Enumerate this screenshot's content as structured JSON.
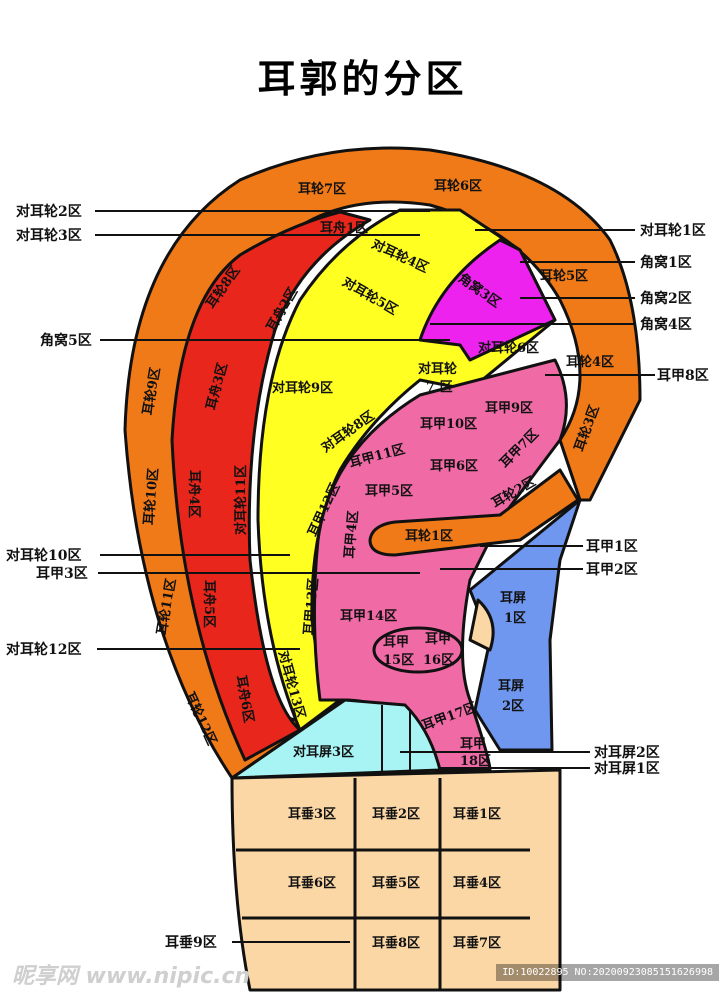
{
  "title": "耳郭的分区",
  "colors": {
    "helix": "#f07a17",
    "scapha": "#e8261c",
    "antihelix": "#ffff22",
    "fossa": "#ee22ee",
    "concha": "#f06aa6",
    "tragus": "#6f97ef",
    "antitragus": "#a8f4f4",
    "lobe": "#fbd7a6",
    "incisure": "#fbd7a6"
  },
  "zones": {
    "helix_1": "对耳轮1区",
    "helix_7": "耳轮7区",
    "helix_6": "耳轮6区",
    "helix_8": "耳轮8区",
    "helix_9": "耳轮9区",
    "helix_10": "耳轮10区",
    "helix_11": "耳轮11区",
    "helix_12": "耳轮12区",
    "helix_5": "耳轮5区",
    "helix_4": "耳轮4区",
    "helix_3": "耳轮3区",
    "helix_2": "耳轮2区",
    "helix_crus_1": "耳轮1区",
    "scapha_1": "耳舟1区",
    "scapha_2": "耳舟2区",
    "scapha_3": "耳舟3区",
    "scapha_4": "耳舟4区",
    "scapha_5": "耳舟5区",
    "scapha_6": "耳舟6区",
    "ah_4": "对耳轮4区",
    "ah_5": "对耳轮5区",
    "ah_6": "对耳轮6区",
    "ah_7a": "对耳轮",
    "ah_7b": "7 区",
    "ah_8": "对耳轮8区",
    "ah_9": "对耳轮9区",
    "ah_11": "对耳轮11区",
    "ah_13": "对耳轮13区",
    "fossa_3": "角窝3区",
    "concha_9": "耳甲9区",
    "concha_10": "耳甲10区",
    "concha_11": "耳甲11区",
    "concha_7": "耳甲7区",
    "concha_6": "耳甲6区",
    "concha_5": "耳甲5区",
    "concha_12": "耳甲12区",
    "concha_4": "耳甲4区",
    "concha_13": "耳甲13区",
    "concha_14": "耳甲14区",
    "concha_15a": "耳甲",
    "concha_15b": "15区",
    "concha_16a": "耳甲",
    "concha_16b": "16区",
    "concha_17": "耳甲17区",
    "concha_18a": "耳甲",
    "concha_18b": "18区",
    "tragus_1a": "耳屏",
    "tragus_1b": "1区",
    "tragus_2a": "耳屏",
    "tragus_2b": "2区",
    "antitragus_3": "对耳屏3区",
    "lobe_1": "耳垂1区",
    "lobe_2": "耳垂2区",
    "lobe_3": "耳垂3区",
    "lobe_4": "耳垂4区",
    "lobe_5": "耳垂5区",
    "lobe_6": "耳垂6区",
    "lobe_7": "耳垂7区",
    "lobe_8": "耳垂8区"
  },
  "callouts": {
    "ah_2": "对耳轮2区",
    "ah_3": "对耳轮3区",
    "fossa_5": "角窝5区",
    "ah_10": "对耳轮10区",
    "concha_3": "耳甲3区",
    "ah_12": "对耳轮12区",
    "lobe_9": "耳垂9区",
    "ah_1": "对耳轮1区",
    "fossa_1": "角窝1区",
    "fossa_2": "角窝2区",
    "fossa_4": "角窝4区",
    "concha_8": "耳甲8区",
    "concha_1": "耳甲1区",
    "concha_2": "耳甲2区",
    "antitragus_2": "对耳屏2区",
    "antitragus_1": "对耳屏1区"
  },
  "watermark": {
    "left": "昵享网 www.nipic.cn",
    "right": "ID:10022895 NO:20200923085151626998"
  }
}
